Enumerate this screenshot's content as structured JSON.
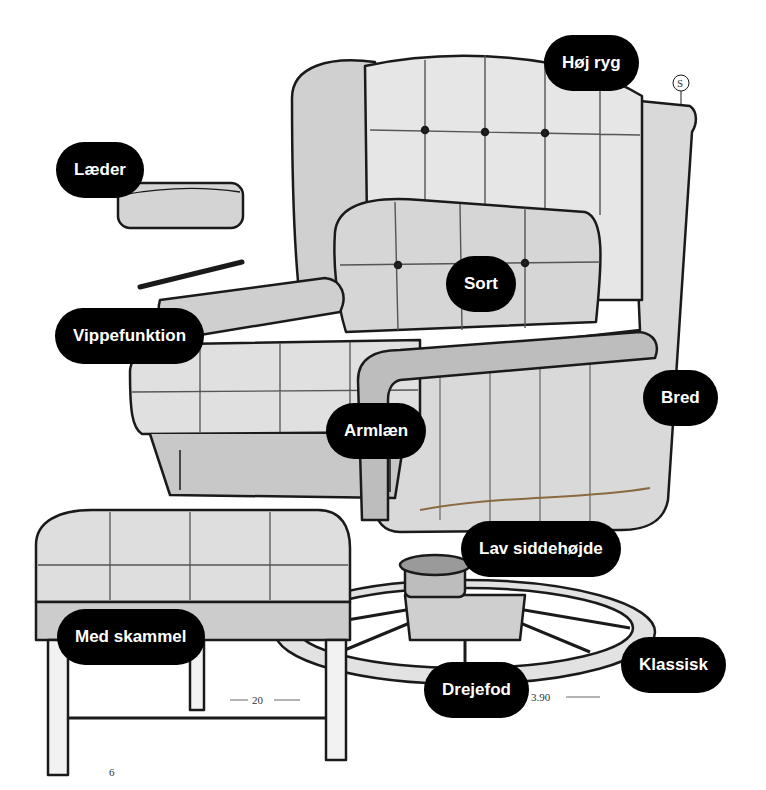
{
  "diagram": {
    "nodes": [
      {
        "text": [
          "Høj ryg"
        ]
      },
      {
        "text": [
          "Læder"
        ]
      },
      {
        "text": [
          "Sort"
        ]
      },
      {
        "text": [
          "Vippefunktion"
        ]
      },
      {
        "text": [
          "Bred"
        ]
      },
      {
        "text": [
          "Armlæn"
        ]
      },
      {
        "text": [
          "Lav siddehøjde"
        ]
      },
      {
        "text": [
          "Med skammel"
        ]
      },
      {
        "text": [
          "Klassisk"
        ]
      },
      {
        "text": [
          "Drejefod"
        ]
      }
    ],
    "labels": [
      "S",
      "20",
      "3.90",
      "6"
    ]
  }
}
